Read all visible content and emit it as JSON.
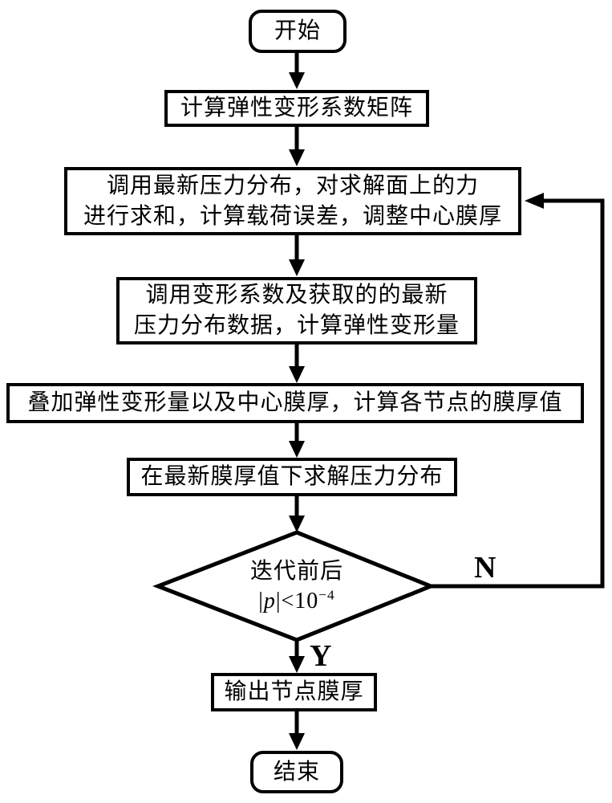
{
  "nodes": {
    "start": {
      "label": "开始"
    },
    "step1": {
      "label": "计算弹性变形系数矩阵"
    },
    "step2": {
      "line1": "调用最新压力分布，对求解面上的力",
      "line2": "进行求和，计算载荷误差，调整中心膜厚"
    },
    "step3": {
      "line1": "调用变形系数及获取的的最新",
      "line2": "压力分布数据，计算弹性变形量"
    },
    "step4": {
      "label": "叠加弹性变形量以及中心膜厚，计算各节点的膜厚值"
    },
    "step5": {
      "label": "在最新膜厚值下求解压力分布"
    },
    "decision": {
      "line1": "迭代前后",
      "expr_open": "|",
      "expr_var": "p",
      "expr_mid": "|<10",
      "expr_sup": "−4"
    },
    "output": {
      "label": "输出节点膜厚"
    },
    "end": {
      "label": "结束"
    }
  },
  "edges": {
    "no_label": "N",
    "yes_label": "Y"
  },
  "colors": {
    "stroke": "#000000",
    "background": "#ffffff",
    "text": "#000000"
  }
}
